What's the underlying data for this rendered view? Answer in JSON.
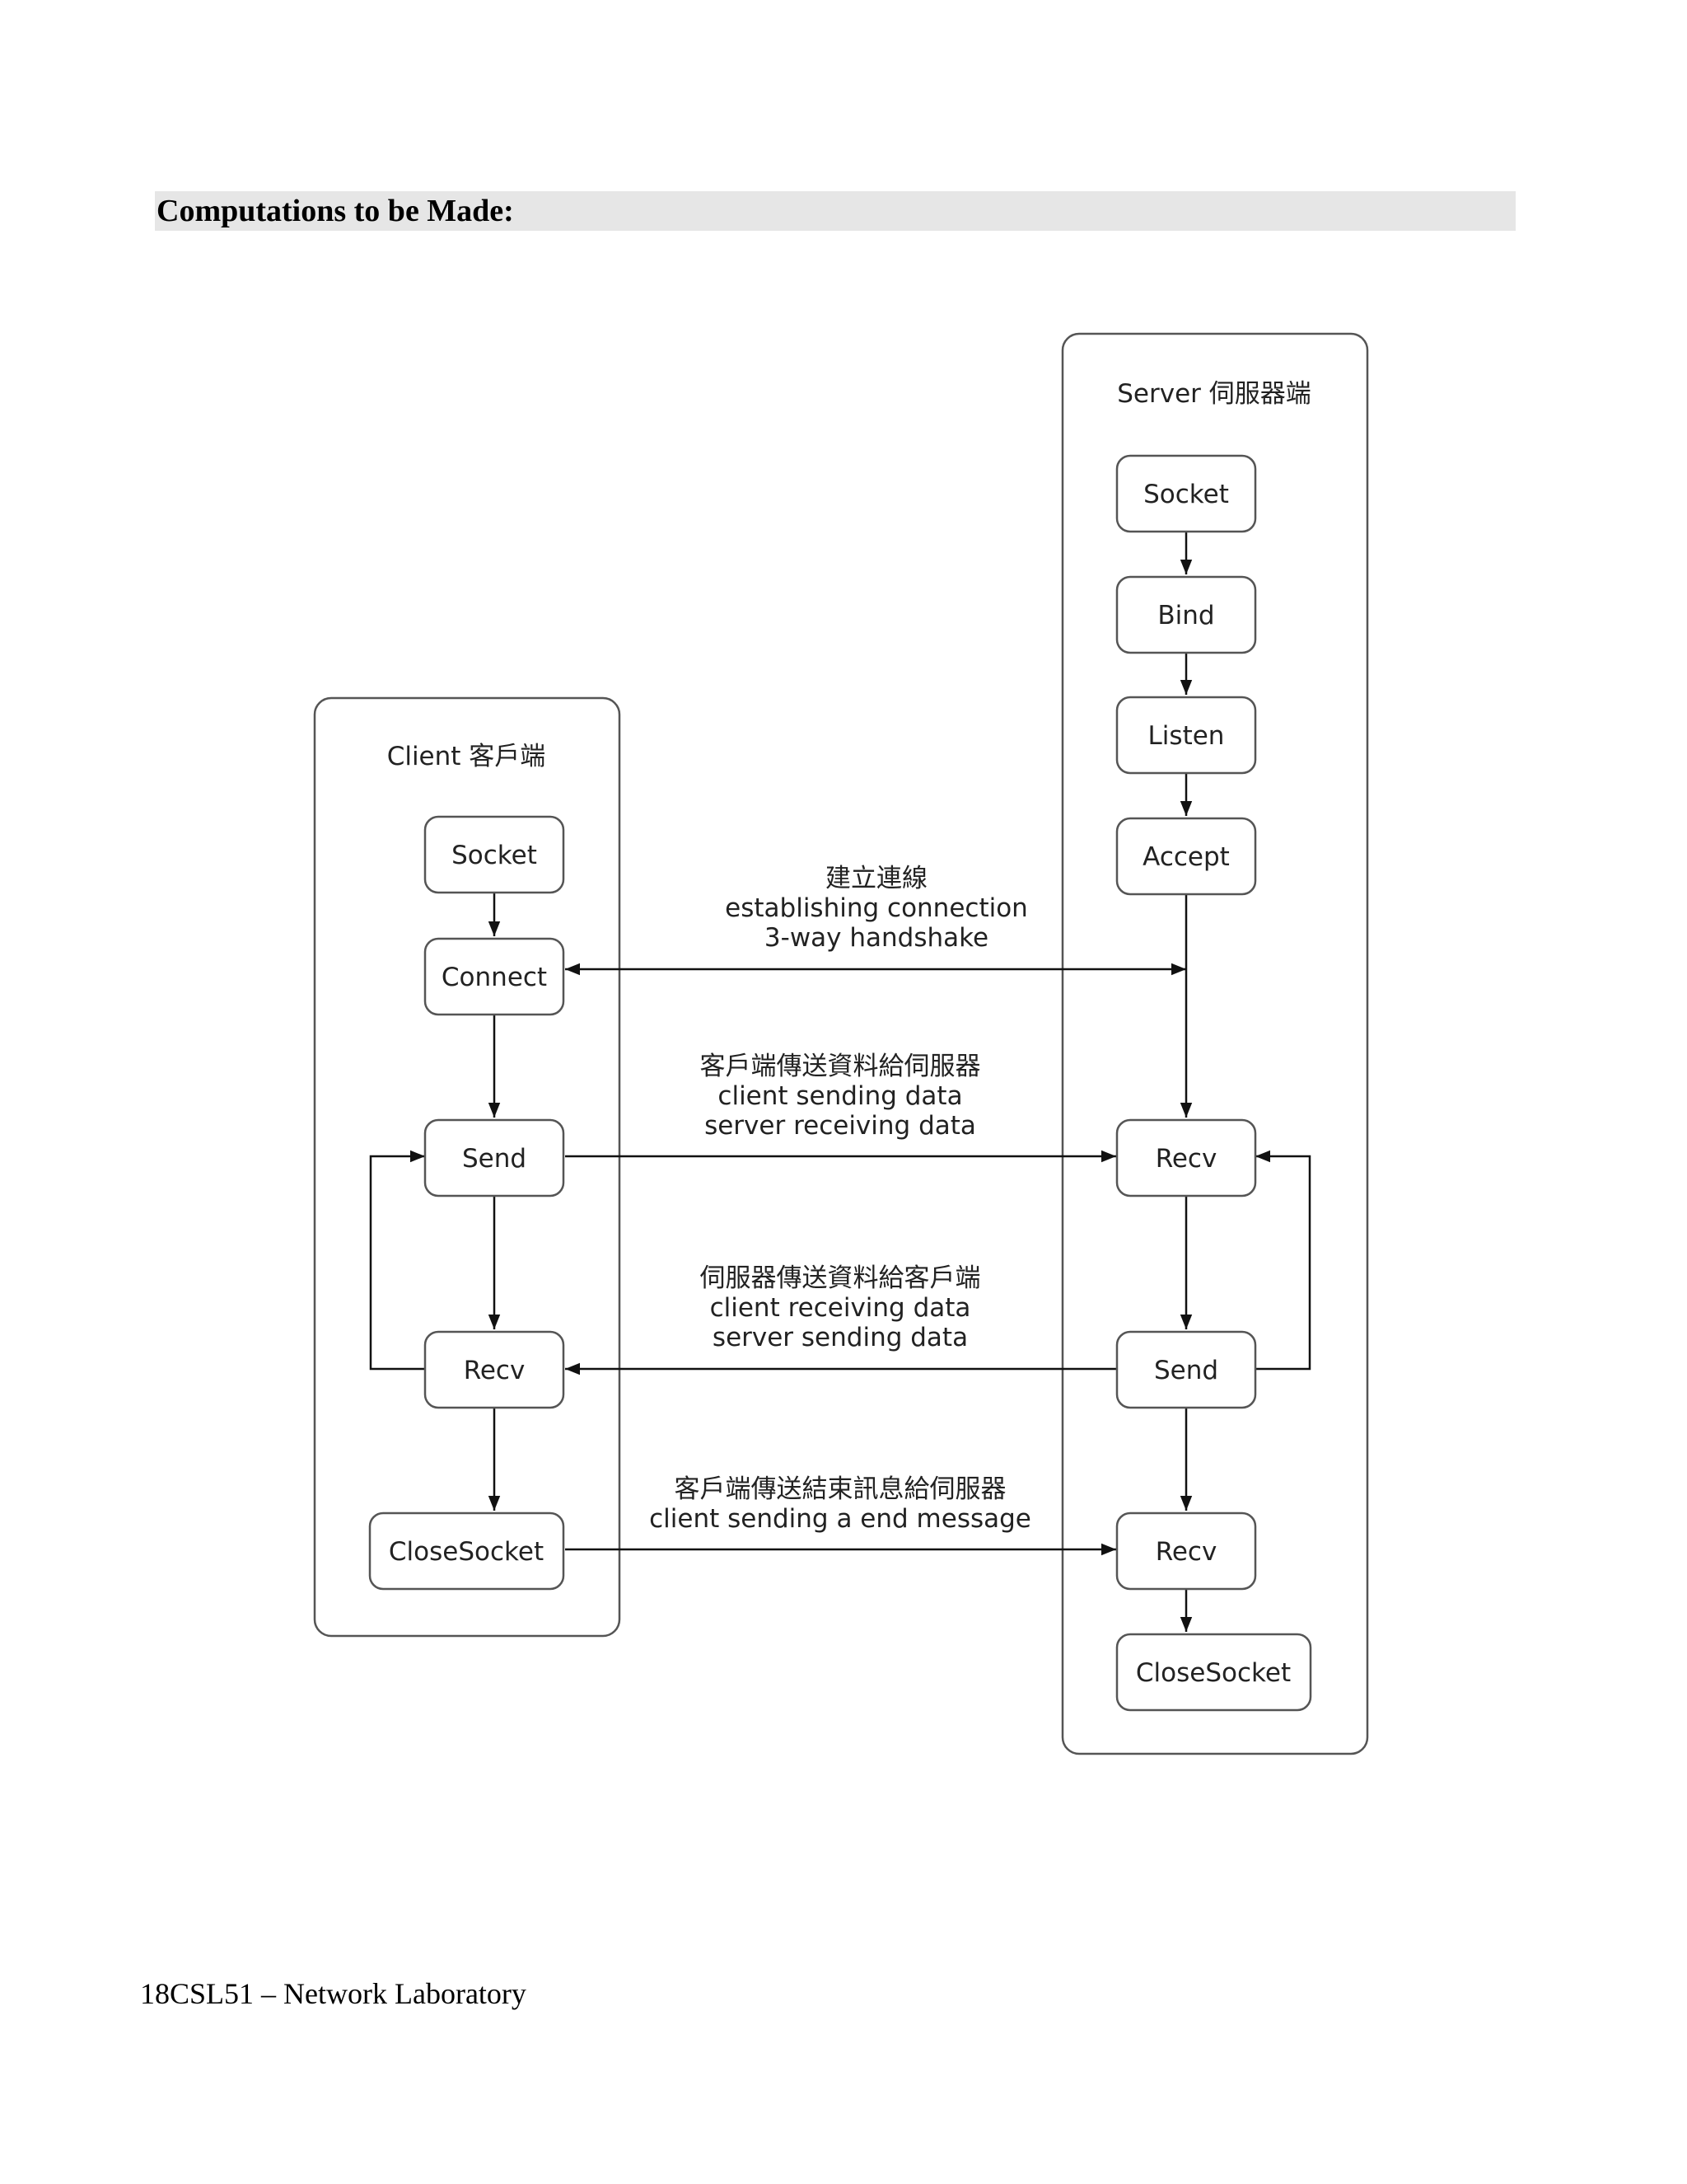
{
  "heading": "Computations to be Made:",
  "footer": "18CSL51 – Network Laboratory",
  "diagram": {
    "client_lane": {
      "label": "Client 客戶端",
      "steps": {
        "socket": "Socket",
        "connect": "Connect",
        "send": "Send",
        "recv": "Recv",
        "close": "CloseSocket"
      }
    },
    "server_lane": {
      "label": "Server 伺服器端",
      "steps": {
        "socket": "Socket",
        "bind": "Bind",
        "listen": "Listen",
        "accept": "Accept",
        "recv1": "Recv",
        "send": "Send",
        "recv2": "Recv",
        "close": "CloseSocket"
      }
    },
    "messages": {
      "handshake": {
        "zh": "建立連線",
        "line1": "establishing connection",
        "line2": "3-way handshake"
      },
      "client_to_server": {
        "zh": "客戶端傳送資料給伺服器",
        "line1": "client sending data",
        "line2": "server receiving data"
      },
      "server_to_client": {
        "zh": "伺服器傳送資料給客戶端",
        "line1": "client receiving data",
        "line2": "server sending data"
      },
      "end_message": {
        "zh": "客戶端傳送結束訊息給伺服器",
        "line1": "client sending a end message"
      }
    }
  }
}
